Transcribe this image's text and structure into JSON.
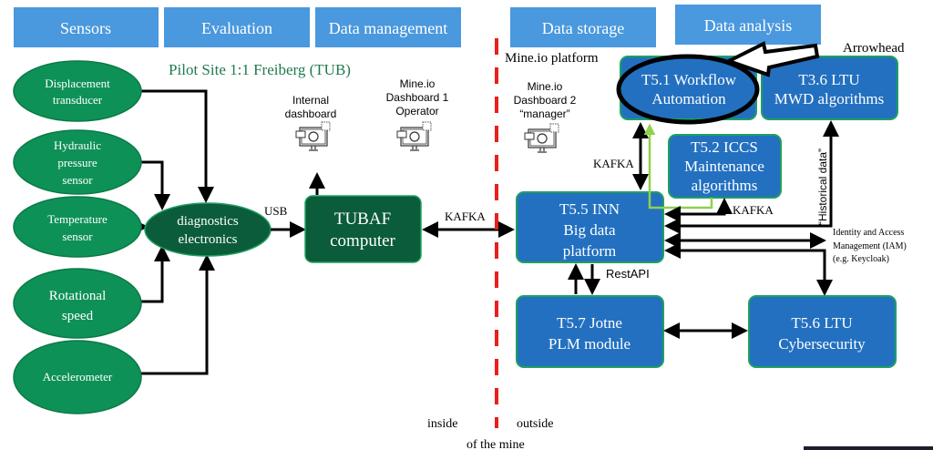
{
  "headers": {
    "sensors": "Sensors",
    "evaluation": "Evaluation",
    "data_management": "Data management",
    "data_storage": "Data storage",
    "data_analysis": "Data analysis"
  },
  "site_title": "Pilot Site 1:1 Freiberg (TUB)",
  "sensors": [
    {
      "lines": [
        "Displacement",
        "transducer"
      ]
    },
    {
      "lines": [
        "Hydraulic",
        "pressure",
        "sensor"
      ]
    },
    {
      "lines": [
        "Temperature",
        "sensor"
      ]
    },
    {
      "lines": [
        "Rotational",
        "speed"
      ]
    },
    {
      "lines": [
        "Accelerometer"
      ]
    }
  ],
  "diagnostics": [
    "diagnostics",
    "electronics"
  ],
  "usb_label": "USB",
  "tubaf": [
    "TUBAF",
    "computer"
  ],
  "internal_dashboard": [
    "Internal",
    "dashboard"
  ],
  "dashboard1": [
    "Mine.io",
    "Dashboard 1",
    "Operator"
  ],
  "dashboard2": [
    "Mine.io",
    "Dashboard 2",
    "“manager”"
  ],
  "kafka_label": "KAFKA",
  "mineio_platform": "Mine.io platform",
  "arrowhead": "Arrowhead",
  "boxes": {
    "t51": [
      "T5.1 Workflow",
      "Automation"
    ],
    "t36": [
      "T3.6 LTU",
      "MWD  algorithms"
    ],
    "t52": [
      "T5.2 ICCS",
      "Maintenance",
      "algorithms"
    ],
    "t55": [
      "T5.5 INN",
      "Big data",
      "platform"
    ],
    "t57": [
      "T5.7 Jotne",
      "PLM module"
    ],
    "t56": [
      "T5.6 LTU",
      "Cybersecurity"
    ]
  },
  "historical_data": "“Historical data”",
  "iam": [
    "Identity and Access",
    "Management (IAM)",
    "(e.g. Keycloak)"
  ],
  "restapi": "RestAPI",
  "inside": "inside",
  "outside": "outside",
  "of_the_mine": "of the mine",
  "colors": {
    "header": "#4a98de",
    "sensor": "#0e9157",
    "dark_green": "#0b5c3a",
    "box_blue": "#2370c0",
    "boundary": "#e8201c",
    "highlight_green": "#8ed14c"
  }
}
